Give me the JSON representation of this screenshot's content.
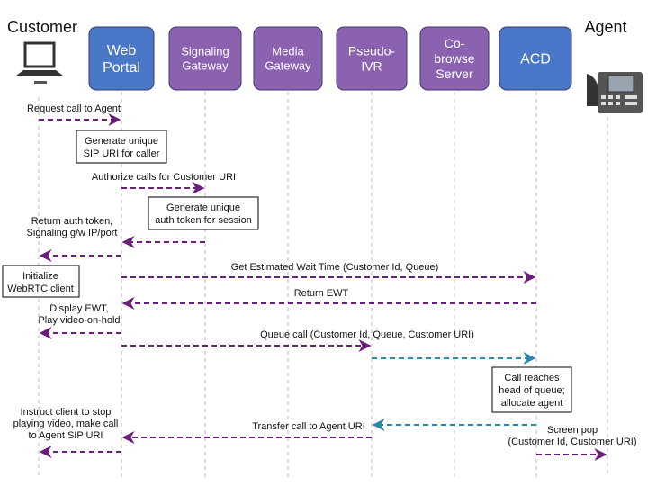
{
  "actors": {
    "customer": "Customer",
    "agent": "Agent"
  },
  "participants": [
    {
      "id": "portal",
      "lines": [
        "Web",
        "Portal"
      ],
      "color": "#4a78c8"
    },
    {
      "id": "sig",
      "lines": [
        "Signaling",
        "Gateway"
      ],
      "color": "#8a62b0"
    },
    {
      "id": "media",
      "lines": [
        "Media",
        "Gateway"
      ],
      "color": "#8a62b0"
    },
    {
      "id": "ivr",
      "lines": [
        "Pseudo-",
        "IVR"
      ],
      "color": "#8a62b0"
    },
    {
      "id": "cobrowse",
      "lines": [
        "Co-",
        "browse",
        "Server"
      ],
      "color": "#8a62b0"
    },
    {
      "id": "acd",
      "lines": [
        "ACD"
      ],
      "color": "#4a78c8"
    }
  ],
  "notes": [
    {
      "id": "note-generate-sip",
      "lines": [
        "Generate unique",
        "SIP URI for caller"
      ]
    },
    {
      "id": "note-generate-token",
      "lines": [
        "Generate unique",
        "auth token for session"
      ]
    },
    {
      "id": "note-initialize",
      "lines": [
        "Initialize",
        "WebRTC client"
      ]
    },
    {
      "id": "note-call-reaches",
      "lines": [
        "Call reaches",
        "head of queue;",
        "allocate agent"
      ]
    }
  ],
  "messages": [
    {
      "id": "msg-request-call",
      "lines": [
        "Request call to Agent"
      ],
      "from": "customer",
      "to": "portal",
      "color": "purple"
    },
    {
      "id": "msg-authorize",
      "lines": [
        "Authorize calls for Customer URI"
      ],
      "from": "portal",
      "to": "sig",
      "color": "purple"
    },
    {
      "id": "msg-return-token",
      "lines": [
        "Return auth token,",
        "Signaling g/w IP/port"
      ],
      "from": "sig",
      "to": "portal",
      "color": "purple"
    },
    {
      "id": "msg-return-token-2",
      "lines": [],
      "from": "portal",
      "to": "customer",
      "color": "purple"
    },
    {
      "id": "msg-get-ewt",
      "lines": [
        "Get Estimated Wait Time (Customer Id, Queue)"
      ],
      "from": "portal",
      "to": "acd",
      "color": "purple"
    },
    {
      "id": "msg-return-ewt",
      "lines": [
        "Return EWT"
      ],
      "from": "acd",
      "to": "portal",
      "color": "purple"
    },
    {
      "id": "msg-display-ewt",
      "lines": [
        "Display EWT,",
        "Play video-on-hold"
      ],
      "from": "portal",
      "to": "customer",
      "color": "purple"
    },
    {
      "id": "msg-queue-call",
      "lines": [
        "Queue call (Customer Id, Queue, Customer URI)"
      ],
      "from": "portal",
      "to": "ivr",
      "color": "purple"
    },
    {
      "id": "msg-queue-call-2",
      "lines": [],
      "from": "ivr",
      "to": "acd",
      "color": "teal"
    },
    {
      "id": "msg-transfer-a",
      "lines": [],
      "from": "acd",
      "to": "ivr",
      "color": "teal"
    },
    {
      "id": "msg-transfer",
      "lines": [
        "Transfer call to Agent URI"
      ],
      "from": "ivr",
      "to": "portal",
      "color": "purple"
    },
    {
      "id": "msg-instruct",
      "lines": [
        "Instruct client to stop",
        "playing video, make call",
        "to Agent SIP URI"
      ],
      "from": "portal",
      "to": "customer",
      "color": "purple"
    },
    {
      "id": "msg-screen-pop",
      "lines": [
        "Screen pop",
        "(Customer Id, Customer URI)"
      ],
      "from": "acd",
      "to": "agent",
      "color": "purple"
    }
  ],
  "colors": {
    "purple_arrow": "#6b1f7a",
    "teal_arrow": "#2e86ab",
    "lifeline": "#bbbbbb",
    "blue_box": "#4a78c8",
    "purple_box": "#8a62b0"
  }
}
